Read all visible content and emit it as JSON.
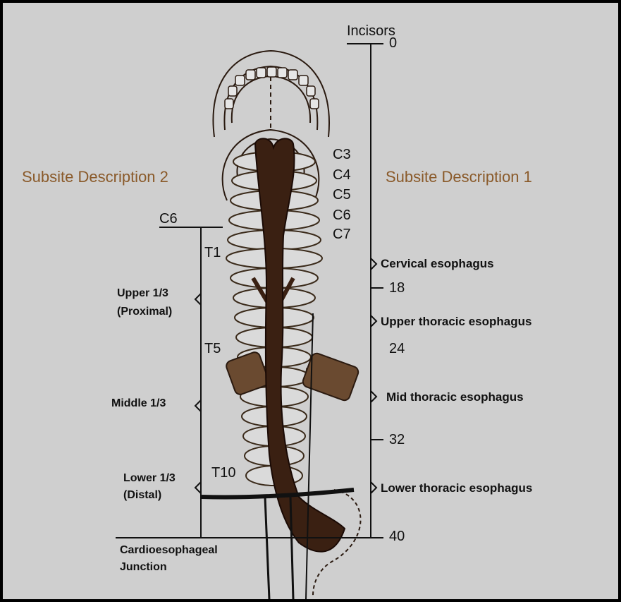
{
  "title": "Incisors",
  "left_heading": "Subsite Description 2",
  "right_heading": "Subsite Description 1",
  "right_scale": {
    "marks": [
      "0",
      "18",
      "24",
      "32",
      "40"
    ],
    "segments": [
      "Cervical esophagus",
      "Upper thoracic esophagus",
      "Mid thoracic esophagus",
      "Lower thoracic esophagus"
    ]
  },
  "left_scale": {
    "top_label": "C6",
    "segments": [
      {
        "line1": "Upper 1/3",
        "line2": "(Proximal)"
      },
      {
        "line1": "Middle 1/3",
        "line2": ""
      },
      {
        "line1": "Lower 1/3",
        "line2": "(Distal)"
      }
    ],
    "bottom_label": {
      "line1": "Cardioesophageal",
      "line2": "Junction"
    }
  },
  "vertebrae": [
    "C3",
    "C4",
    "C5",
    "C6",
    "C7",
    "T1",
    "T5",
    "T10"
  ],
  "colors": {
    "background": "#cfcfcf",
    "frame": "#000000",
    "heading": "#8a5a2a",
    "ink": "#111111",
    "tissue": "#3a2012"
  }
}
